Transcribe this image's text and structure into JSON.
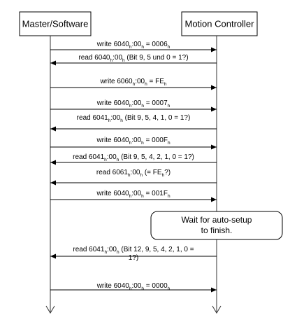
{
  "participants": {
    "master": "Master/Software",
    "controller": "Motion Controller"
  },
  "note": {
    "line1": "Wait for auto-setup",
    "line2": "to finish."
  },
  "messages": [
    {
      "direction": "right",
      "text": [
        [
          "write 6040",
          ""
        ],
        [
          "h",
          "sub"
        ],
        [
          ":00",
          ""
        ],
        [
          "h",
          "sub"
        ],
        [
          " = 0006",
          ""
        ],
        [
          "h",
          "sub"
        ]
      ]
    },
    {
      "direction": "left",
      "text": [
        [
          "read 6040",
          ""
        ],
        [
          "h",
          "sub"
        ],
        [
          ":00",
          ""
        ],
        [
          "h",
          "sub"
        ],
        [
          " (Bit 9, 5 und 0 = 1?)",
          ""
        ]
      ]
    },
    {
      "direction": "right",
      "text": [
        [
          "write 6060",
          ""
        ],
        [
          "h",
          "sub"
        ],
        [
          ":00",
          ""
        ],
        [
          "h",
          "sub"
        ],
        [
          " = FE",
          ""
        ],
        [
          "h",
          "sub"
        ]
      ]
    },
    {
      "direction": "right",
      "text": [
        [
          "write 6040",
          ""
        ],
        [
          "h",
          "sub"
        ],
        [
          ":00",
          ""
        ],
        [
          "h",
          "sub"
        ],
        [
          " = 0007",
          ""
        ],
        [
          "h",
          "sub"
        ]
      ]
    },
    {
      "direction": "left",
      "text": [
        [
          "read 6041",
          ""
        ],
        [
          "h",
          "sub"
        ],
        [
          ":00",
          ""
        ],
        [
          "h",
          "sub"
        ],
        [
          " (Bit 9, 5, 4, 1, 0 = 1?)",
          ""
        ]
      ]
    },
    {
      "direction": "right",
      "text": [
        [
          "write 6040",
          ""
        ],
        [
          "h",
          "sub"
        ],
        [
          ":00",
          ""
        ],
        [
          "h",
          "sub"
        ],
        [
          " = 000F",
          ""
        ],
        [
          "h",
          "sub"
        ]
      ]
    },
    {
      "direction": "left",
      "text": [
        [
          "read 6041",
          ""
        ],
        [
          "h",
          "sub"
        ],
        [
          ":00",
          ""
        ],
        [
          "h",
          "sub"
        ],
        [
          " (Bit 9, 5, 4, 2, 1, 0 = 1?)",
          ""
        ]
      ]
    },
    {
      "direction": "left",
      "text": [
        [
          "read 6061",
          ""
        ],
        [
          "h",
          "sub"
        ],
        [
          ":00",
          ""
        ],
        [
          "h",
          "sub"
        ],
        [
          " (= FE",
          ""
        ],
        [
          "h",
          "sub"
        ],
        [
          "?)",
          ""
        ]
      ]
    },
    {
      "direction": "right",
      "text": [
        [
          "write 6040",
          ""
        ],
        [
          "h",
          "sub"
        ],
        [
          ":00",
          ""
        ],
        [
          "h",
          "sub"
        ],
        [
          " = 001F",
          ""
        ],
        [
          "h",
          "sub"
        ]
      ]
    },
    {
      "direction": "left",
      "text": [
        [
          "read 6041",
          ""
        ],
        [
          "h",
          "sub"
        ],
        [
          ":00",
          ""
        ],
        [
          "h",
          "sub"
        ],
        [
          " (Bit 12, 9, 5, 4, 2, 1, 0 =",
          ""
        ]
      ],
      "text2": "1?)"
    },
    {
      "direction": "right",
      "text": [
        [
          "write 6040",
          ""
        ],
        [
          "h",
          "sub"
        ],
        [
          ":00",
          ""
        ],
        [
          "h",
          "sub"
        ],
        [
          " = 0000",
          ""
        ],
        [
          "h",
          "sub"
        ]
      ]
    }
  ]
}
